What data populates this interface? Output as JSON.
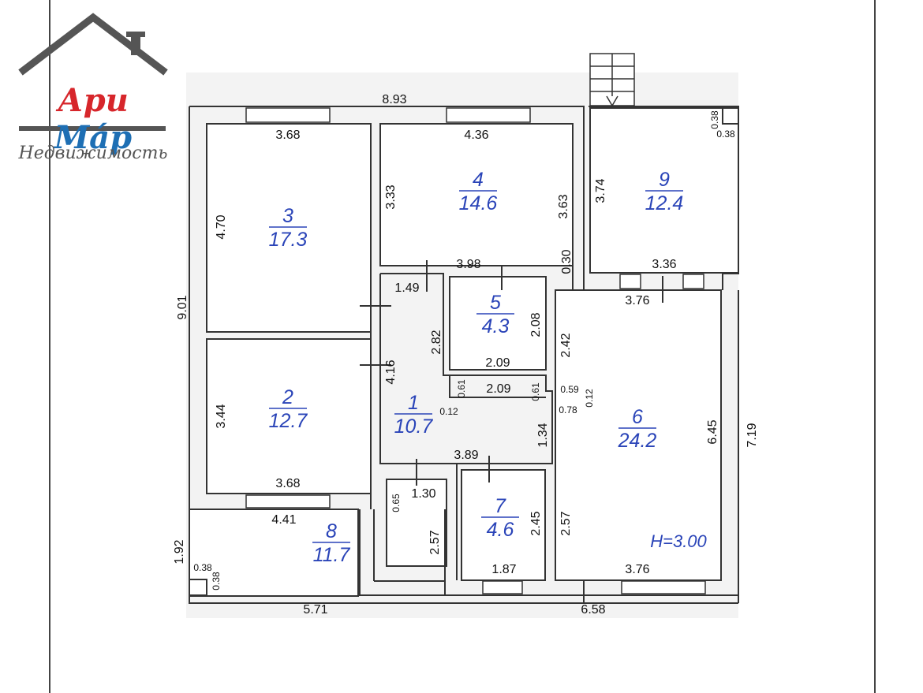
{
  "logo": {
    "brand_part1": "Ари",
    "brand_part2": "Мáр",
    "subtitle": "Недвижимость",
    "colors": {
      "red": "#d7262b",
      "blue": "#1e6fb4",
      "gray": "#555555"
    }
  },
  "plan": {
    "ceiling_height": "H=3.00",
    "rooms": [
      {
        "id": "room-3",
        "number": "3",
        "area": "17.3"
      },
      {
        "id": "room-4",
        "number": "4",
        "area": "14.6"
      },
      {
        "id": "room-9",
        "number": "9",
        "area": "12.4"
      },
      {
        "id": "room-5",
        "number": "5",
        "area": "4.3"
      },
      {
        "id": "room-2",
        "number": "2",
        "area": "12.7"
      },
      {
        "id": "room-1",
        "number": "1",
        "area": "10.7"
      },
      {
        "id": "room-6",
        "number": "6",
        "area": "24.2"
      },
      {
        "id": "room-7",
        "number": "7",
        "area": "4.6"
      },
      {
        "id": "room-8",
        "number": "8",
        "area": "11.7"
      }
    ],
    "dimensions": [
      "8.93",
      "3.68",
      "4.36",
      "0.38",
      "0.38",
      "3.74",
      "4.70",
      "3.33",
      "3.63",
      "3.98",
      "0.30",
      "3.36",
      "1.49",
      "3.76",
      "9.01",
      "2.82",
      "2.08",
      "2.42",
      "2.09",
      "4.16",
      "0.61",
      "2.09",
      "0.61",
      "0.59",
      "0.12",
      "3.44",
      "0.12",
      "0.78",
      "1.34",
      "6.45",
      "7.19",
      "3.89",
      "3.68",
      "0.65",
      "1.30",
      "4.41",
      "2.57",
      "2.45",
      "2.57",
      "1.92",
      "0.38",
      "0.38",
      "1.87",
      "3.76",
      "5.71",
      "6.58"
    ]
  }
}
